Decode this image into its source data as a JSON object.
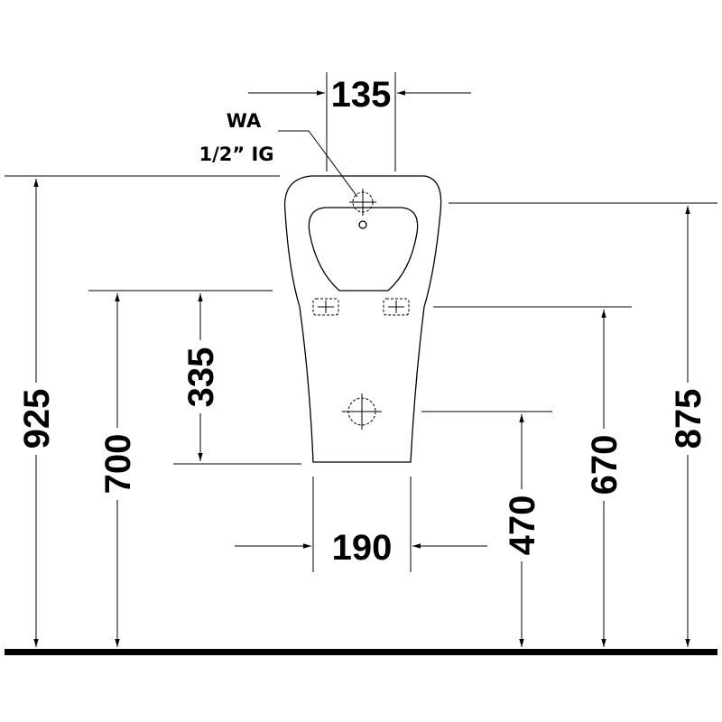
{
  "annotation": {
    "line1": "WA",
    "line2": "1/2” IG"
  },
  "dimensions": {
    "top_width": "135",
    "bottom_width": "190",
    "total_height": "925",
    "rim_height": "700",
    "span": "335",
    "spreader_height": "875",
    "fixing_height": "670",
    "outlet_height": "470"
  }
}
